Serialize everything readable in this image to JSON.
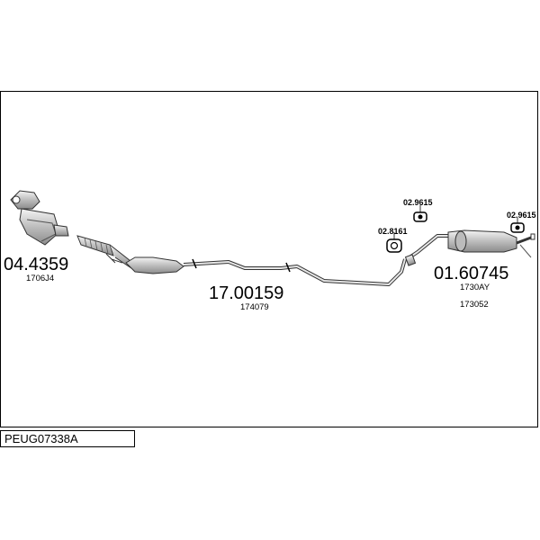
{
  "reference_code": "PEUG07338A",
  "parts": [
    {
      "number": "04.4359",
      "oe_codes": [
        "1706J4"
      ]
    },
    {
      "number": "17.00159",
      "oe_codes": [
        "174079"
      ]
    },
    {
      "number": "01.60745",
      "oe_codes": [
        "1730AY",
        "173052"
      ]
    }
  ],
  "accessories": [
    {
      "number": "02.9615"
    },
    {
      "number": "02.8161"
    },
    {
      "number": "02.9615"
    }
  ],
  "colors": {
    "line": "#000000",
    "part_fill": "#d9d9d9",
    "part_stroke": "#444444"
  }
}
